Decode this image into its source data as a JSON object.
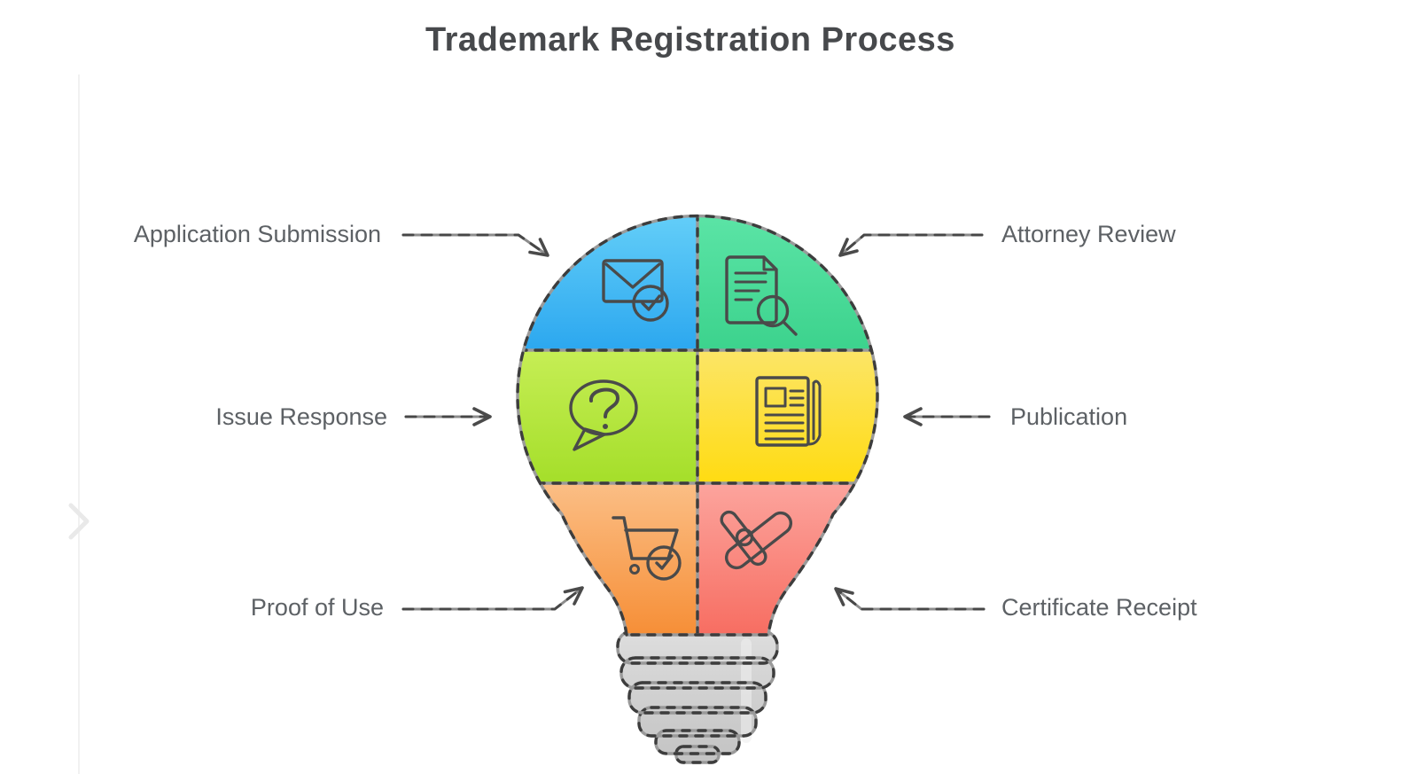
{
  "title": "Trademark Registration Process",
  "carousel": {
    "next_icon": "chevron-right"
  },
  "diagram": {
    "type": "lightbulb-6-segment-infographic",
    "outline_color": "#3d3d3d",
    "base_color": "#d4d4d4",
    "segments": [
      {
        "label": "Application Submission",
        "side": "left",
        "row": "top",
        "icon": "envelope-check",
        "color_top": "#63CEF8",
        "color_bottom": "#2AA6EF"
      },
      {
        "label": "Attorney Review",
        "side": "right",
        "row": "top",
        "icon": "document-search",
        "color_top": "#5BE4A6",
        "color_bottom": "#3BD28C"
      },
      {
        "label": "Issue Response",
        "side": "left",
        "row": "middle",
        "icon": "question-bubble",
        "color_top": "#C6EE55",
        "color_bottom": "#A4DE29"
      },
      {
        "label": "Publication",
        "side": "right",
        "row": "middle",
        "icon": "newspaper",
        "color_top": "#FCE567",
        "color_bottom": "#FFDB10"
      },
      {
        "label": "Proof of Use",
        "side": "left",
        "row": "bottom",
        "icon": "cart-check",
        "color_top": "#FBBE85",
        "color_bottom": "#F68E36"
      },
      {
        "label": "Certificate Receipt",
        "side": "right",
        "row": "bottom",
        "icon": "diploma",
        "color_top": "#FCA49D",
        "color_bottom": "#F76D61"
      }
    ]
  }
}
